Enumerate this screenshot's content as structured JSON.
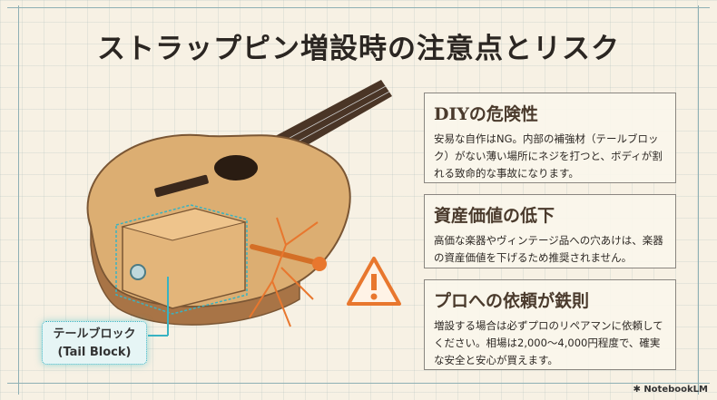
{
  "title": "ストラップピン増設時の注意点とリスク",
  "panels": [
    {
      "heading": "DIYの危険性",
      "body": "安易な自作はNG。内部の補強材（テールブロック）がない薄い場所にネジを打つと、ボディが割れる致命的な事故になります。"
    },
    {
      "heading": "資産価値の低下",
      "body": "高価な楽器やヴィンテージ品への穴あけは、楽器の資産価値を下げるため推奨されません。"
    },
    {
      "heading": "プロへの依頼が鉄則",
      "body": "増設する場合は必ずプロのリペアマンに依頼してください。相場は2,000〜4,000円程度で、確実な安全と安心が買えます。"
    }
  ],
  "callout": {
    "line1": "テールブロック",
    "line2": "(Tail Block)"
  },
  "brand": "NotebookLM",
  "colors": {
    "accent_cyan": "#39b3c2",
    "warning_orange": "#e8772e",
    "wood": "#d9a86a"
  }
}
